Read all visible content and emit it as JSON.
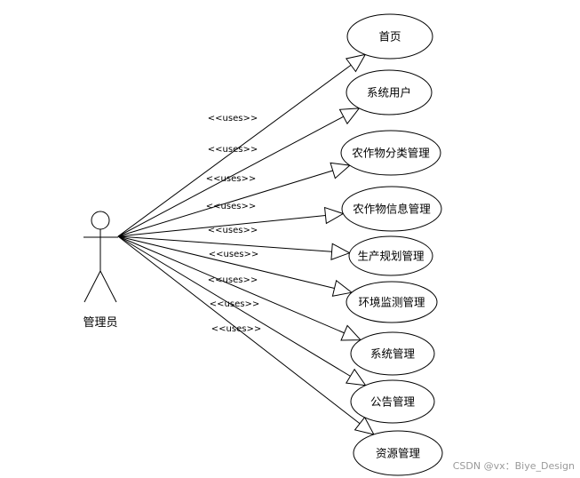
{
  "actor": {
    "name": "管理员",
    "icon": "stick-figure-actor-icon"
  },
  "relationship_label": "<<uses>>",
  "use_cases": [
    {
      "label": "首页"
    },
    {
      "label": "系统用户"
    },
    {
      "label": "农作物分类管理"
    },
    {
      "label": "农作物信息管理"
    },
    {
      "label": "生产规划管理"
    },
    {
      "label": "环境监测管理"
    },
    {
      "label": "系统管理"
    },
    {
      "label": "公告管理"
    },
    {
      "label": "资源管理"
    }
  ],
  "watermark": "CSDN @vx：Biye_Design",
  "colors": {
    "stroke": "#000000",
    "background": "#ffffff",
    "watermark": "#9a9a9a"
  }
}
